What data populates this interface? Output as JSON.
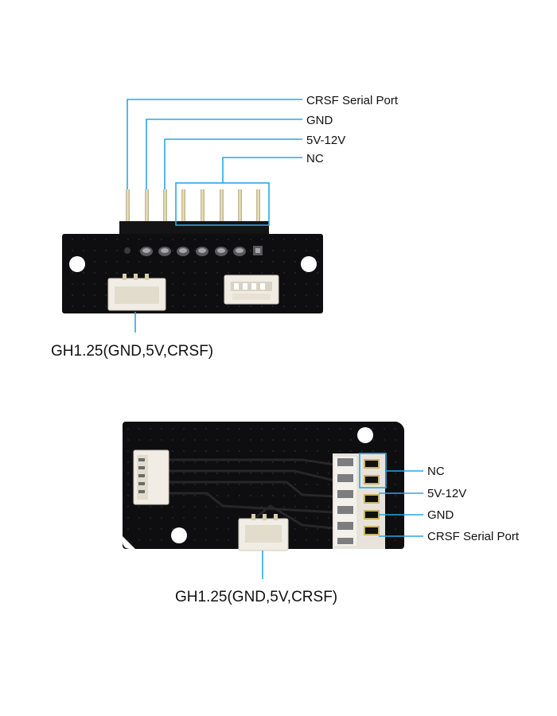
{
  "colors": {
    "callout": "#2aa6e6",
    "board": "#0e0e10",
    "pin_gold": "#d8cfa8",
    "connector_white": "#f1ede4"
  },
  "top_board": {
    "pin_labels": [
      "CRSF Serial Port",
      "GND",
      "5V-12V",
      "NC"
    ],
    "connector_label": "GH1.25(GND,5V,CRSF)"
  },
  "bottom_board": {
    "pad_labels": [
      "NC",
      "5V-12V",
      "GND",
      "CRSF Serial Port"
    ],
    "connector_label": "GH1.25(GND,5V,CRSF)"
  }
}
